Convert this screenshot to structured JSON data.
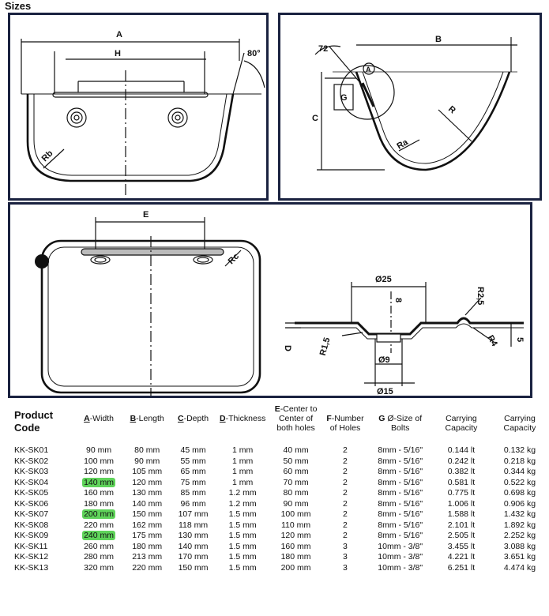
{
  "heading": "Sizes",
  "drawings": {
    "front": {
      "label_a": "A",
      "label_h": "H",
      "angle": "80°",
      "label_rb": "Rb"
    },
    "side": {
      "angle": "72",
      "label_b": "B",
      "label_a_circle": "A",
      "label_g": "G",
      "label_c": "C",
      "label_r": "R",
      "label_ra": "Ra"
    },
    "top": {
      "label_e": "E",
      "label_rc": "Rc",
      "label_d": "D",
      "dia25": "Ø25",
      "dim8": "8",
      "r25": "R2,5",
      "r15": "R1,5",
      "dia9": "Ø9",
      "dia15": "Ø15",
      "r4": "R4",
      "dim5": "5"
    }
  },
  "table": {
    "headers": [
      {
        "letter": "",
        "text": "Product Code"
      },
      {
        "letter": "A",
        "text": "-Width"
      },
      {
        "letter": "B",
        "text": "-Length"
      },
      {
        "letter": "C",
        "text": "-Depth"
      },
      {
        "letter": "D",
        "text": "-Thickness"
      },
      {
        "letter": "E",
        "text": "-Center to Center of both holes"
      },
      {
        "letter": "F",
        "text": "-Number of Holes"
      },
      {
        "letter": "G",
        "text": "Ø-Size of Bolts"
      },
      {
        "letter": "",
        "text": "Carrying Capacity"
      },
      {
        "letter": "",
        "text": "Carrying Capacity"
      }
    ],
    "rows": [
      {
        "code": "KK-SK01",
        "width": "90 mm",
        "length": "80 mm",
        "depth": "45 mm",
        "thickness": "1 mm",
        "center": "40 mm",
        "holes": "2",
        "bolts": "8mm - 5/16\"",
        "cap_lt": "0.144 lt",
        "cap_kg": "0.132 kg",
        "highlight": false
      },
      {
        "code": "KK-SK02",
        "width": "100 mm",
        "length": "90 mm",
        "depth": "55 mm",
        "thickness": "1 mm",
        "center": "50 mm",
        "holes": "2",
        "bolts": "8mm - 5/16\"",
        "cap_lt": "0.242 lt",
        "cap_kg": "0.218 kg",
        "highlight": false
      },
      {
        "code": "KK-SK03",
        "width": "120 mm",
        "length": "105 mm",
        "depth": "65 mm",
        "thickness": "1 mm",
        "center": "60 mm",
        "holes": "2",
        "bolts": "8mm - 5/16\"",
        "cap_lt": "0.382 lt",
        "cap_kg": "0.344 kg",
        "highlight": false
      },
      {
        "code": "KK-SK04",
        "width": "140 mm",
        "length": "120 mm",
        "depth": "75 mm",
        "thickness": "1 mm",
        "center": "70 mm",
        "holes": "2",
        "bolts": "8mm - 5/16\"",
        "cap_lt": "0.581 lt",
        "cap_kg": "0.522 kg",
        "highlight": true
      },
      {
        "code": "KK-SK05",
        "width": "160 mm",
        "length": "130 mm",
        "depth": "85 mm",
        "thickness": "1.2 mm",
        "center": "80 mm",
        "holes": "2",
        "bolts": "8mm - 5/16\"",
        "cap_lt": "0.775 lt",
        "cap_kg": "0.698 kg",
        "highlight": false
      },
      {
        "code": "KK-SK06",
        "width": "180 mm",
        "length": "140 mm",
        "depth": "96 mm",
        "thickness": "1.2 mm",
        "center": "90 mm",
        "holes": "2",
        "bolts": "8mm - 5/16\"",
        "cap_lt": "1.006 lt",
        "cap_kg": "0.906 kg",
        "highlight": false
      },
      {
        "code": "KK-SK07",
        "width": "200 mm",
        "length": "150 mm",
        "depth": "107 mm",
        "thickness": "1.5 mm",
        "center": "100 mm",
        "holes": "2",
        "bolts": "8mm - 5/16\"",
        "cap_lt": "1.588 lt",
        "cap_kg": "1.432 kg",
        "highlight": true
      },
      {
        "code": "KK-SK08",
        "width": "220 mm",
        "length": "162 mm",
        "depth": "118 mm",
        "thickness": "1.5 mm",
        "center": "110 mm",
        "holes": "2",
        "bolts": "8mm - 5/16\"",
        "cap_lt": "2.101 lt",
        "cap_kg": "1.892 kg",
        "highlight": false
      },
      {
        "code": "KK-SK09",
        "width": "240 mm",
        "length": "175 mm",
        "depth": "130 mm",
        "thickness": "1.5 mm",
        "center": "120 mm",
        "holes": "2",
        "bolts": "8mm - 5/16\"",
        "cap_lt": "2.505 lt",
        "cap_kg": "2.252 kg",
        "highlight": true
      },
      {
        "code": "KK-SK11",
        "width": "260 mm",
        "length": "180 mm",
        "depth": "140 mm",
        "thickness": "1.5 mm",
        "center": "160 mm",
        "holes": "3",
        "bolts": "10mm - 3/8\"",
        "cap_lt": "3.455 lt",
        "cap_kg": "3.088 kg",
        "highlight": false
      },
      {
        "code": "KK-SK12",
        "width": "280 mm",
        "length": "213 mm",
        "depth": "170 mm",
        "thickness": "1.5 mm",
        "center": "180 mm",
        "holes": "3",
        "bolts": "10mm - 3/8\"",
        "cap_lt": "4.221 lt",
        "cap_kg": "3.651 kg",
        "highlight": false
      },
      {
        "code": "KK-SK13",
        "width": "320 mm",
        "length": "220 mm",
        "depth": "150 mm",
        "thickness": "1.5 mm",
        "center": "200 mm",
        "holes": "3",
        "bolts": "10mm - 3/8\"",
        "cap_lt": "6.251 lt",
        "cap_kg": "4.474 kg",
        "highlight": false
      }
    ]
  }
}
